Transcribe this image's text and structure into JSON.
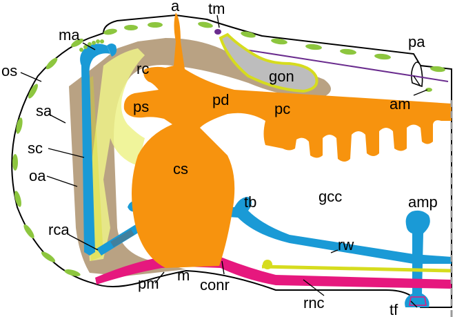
{
  "labels": {
    "a": "a",
    "tm": "tm",
    "ma": "ma",
    "pa": "pa",
    "os": "os",
    "rc": "rc",
    "gon": "gon",
    "sa": "sa",
    "ps": "ps",
    "pd": "pd",
    "pc": "pc",
    "am": "am",
    "sc": "sc",
    "cs": "cs",
    "oa": "oa",
    "gcc": "gcc",
    "tb": "tb",
    "amp": "amp",
    "rca": "rca",
    "rw": "rw",
    "pm": "pm",
    "m": "m",
    "conr": "conr",
    "rnc": "rnc",
    "tf": "tf"
  },
  "colors": {
    "orange": "#f7930e",
    "tan": "#b9a283",
    "blue": "#1a9ad6",
    "yellow_light": "#edf28a",
    "yellow": "#d6dc1e",
    "green": "#8dc63f",
    "magenta": "#e6187e",
    "purple": "#6a2c8e",
    "gray": "#bdbdbd"
  }
}
